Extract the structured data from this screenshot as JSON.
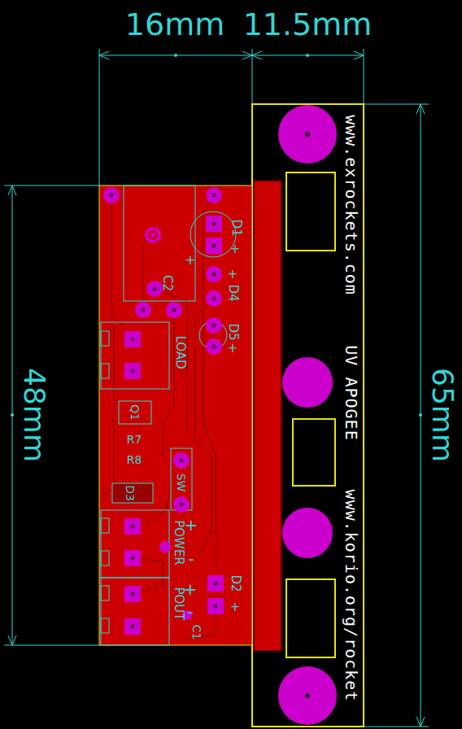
{
  "diagram": {
    "labels": [
      "16mm",
      "11.5mm",
      "48mm",
      "65mm",
      "www.exrockets.com",
      "UV APOGEE",
      "www.korio.org/rocket",
      "C2",
      "+",
      "D1",
      "+",
      "D4",
      "+",
      "D5",
      "+",
      "LOAD",
      "Q1",
      "R7",
      "R8",
      "D3",
      "SW",
      "POWER",
      "+",
      "-",
      "POUT",
      "+",
      "-",
      "D2",
      "+",
      "C1"
    ]
  }
}
